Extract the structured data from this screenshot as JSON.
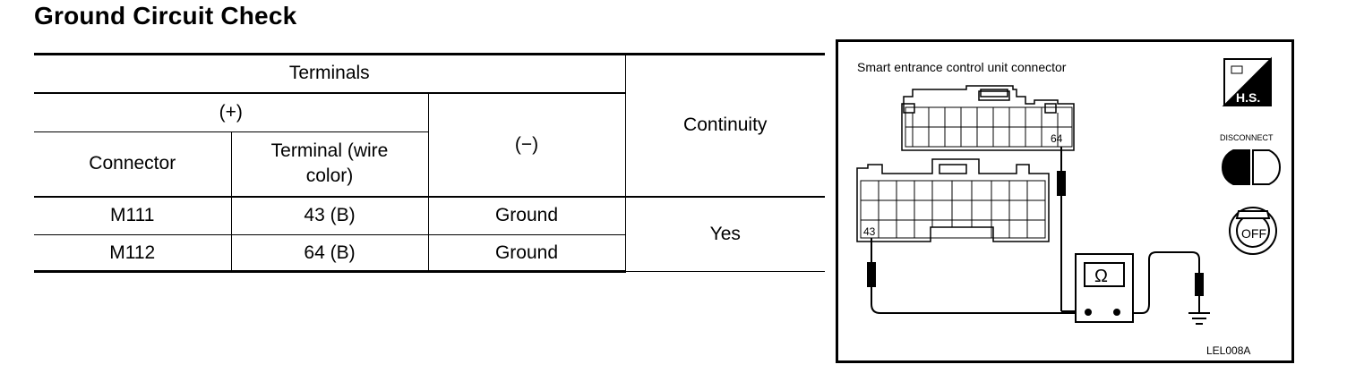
{
  "page": {
    "title": "Ground Circuit Check"
  },
  "table": {
    "header_terminals": "Terminals",
    "header_plus": "(+)",
    "header_minus": "(−)",
    "header_continuity": "Continuity",
    "header_connector": "Connector",
    "header_terminal": "Terminal (wire color)",
    "rows": [
      {
        "connector": "M111",
        "terminal": "43 (B)",
        "minus": "Ground"
      },
      {
        "connector": "M112",
        "terminal": "64 (B)",
        "minus": "Ground"
      }
    ],
    "continuity_value": "Yes"
  },
  "figure": {
    "caption": "Smart entrance control unit connector",
    "pin_upper": "64",
    "pin_lower": "43",
    "meter_symbol": "Ω",
    "hs_label": "H.S.",
    "disconnect_label": "DISCONNECT",
    "off_label": "OFF",
    "figure_code": "LEL008A"
  }
}
